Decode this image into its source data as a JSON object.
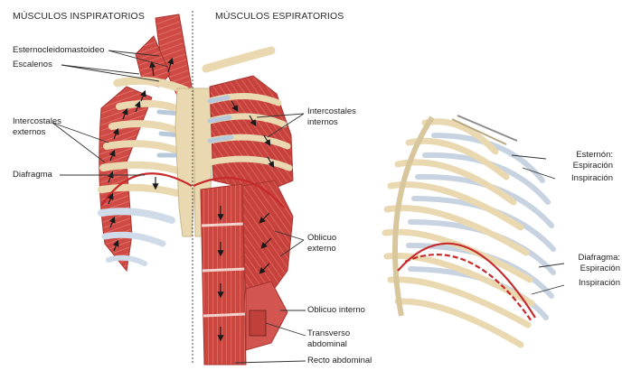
{
  "headers": {
    "inspiratory": "MÚSCULOS INSPIRATORIOS",
    "expiratory": "MÚSCULOS ESPIRATORIOS"
  },
  "labels": {
    "sternocleidomastoid": "Esternocleidomastoideo",
    "scalenes": "Escalenos",
    "external_intercostals": [
      "Intercostales",
      "externos"
    ],
    "diaphragm": "Diafragma",
    "internal_intercostals": [
      "Intercostales",
      "internos"
    ],
    "external_oblique": [
      "Oblicuo",
      "externo"
    ],
    "internal_oblique": "Oblicuo interno",
    "transversus": [
      "Transverso",
      "abdominal"
    ],
    "rectus": "Recto abdominal",
    "sternum_title": "Esternón:",
    "sternum_expiration": "Espiración",
    "sternum_inspiration": "Inspiración",
    "diaphragm_title": "Diafragma:",
    "diaphragm_expiration": "Espiración",
    "diaphragm_inspiration": "Inspiración"
  },
  "colors": {
    "muscle": "#cf4a44",
    "muscle_dark": "#a8332f",
    "bone": "#ead9b0",
    "bone_shadow": "#c9b88d",
    "cartilage": "#b8c9dc",
    "diaphragm_line": "#c62a2a",
    "leader_line": "#333333"
  },
  "icons": {
    "arrow": "arrow-icon"
  }
}
